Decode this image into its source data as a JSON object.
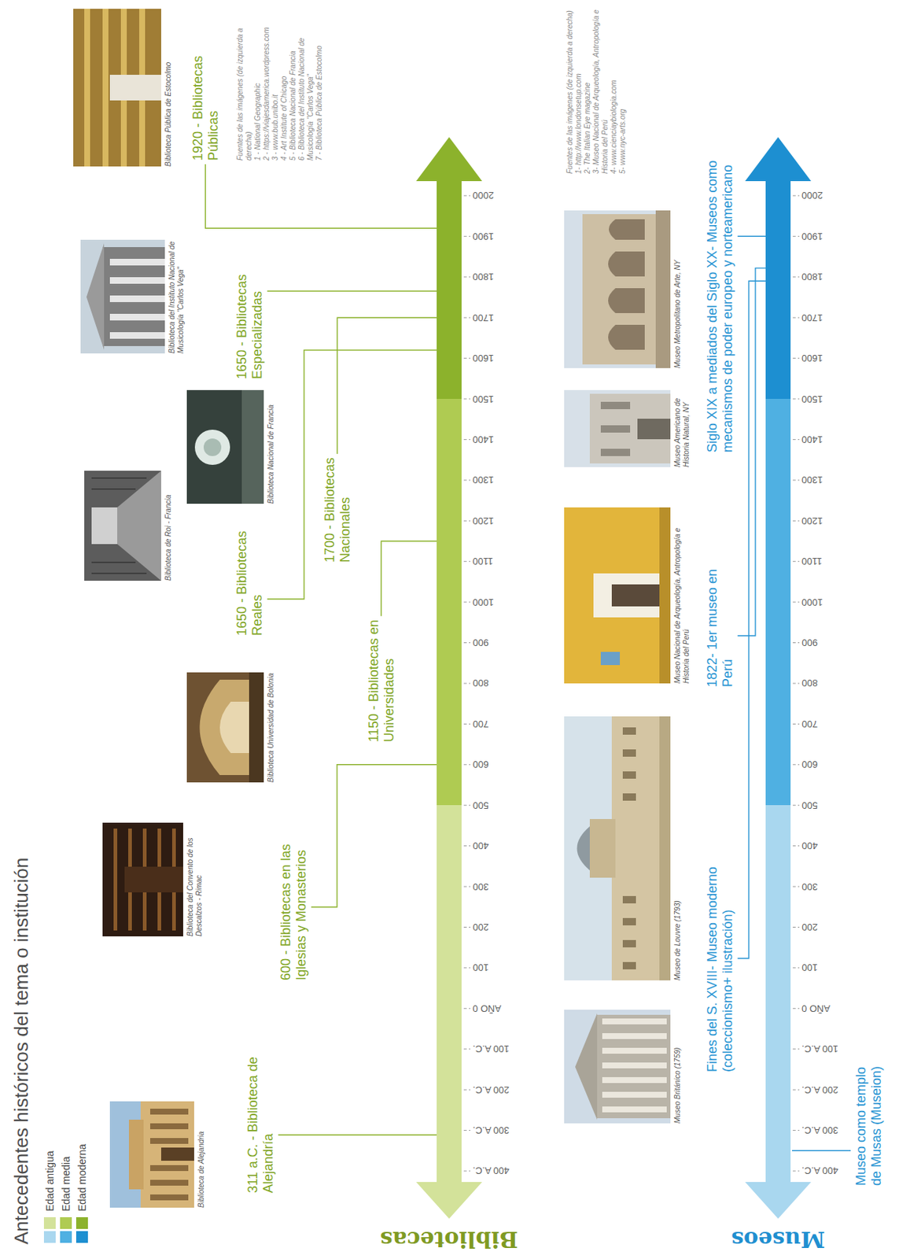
{
  "diagram": {
    "title": "Antecedentes históricos del tema o institución",
    "labels": [
      "Bibliotecas",
      "Biblioteca de Alejandria",
      "Biblioteca del Convento de los Descalzos - Rimac",
      "Biblioteca Universidad de Bolonia",
      "Biblioteca de Roi - Francia",
      "Biblioteca Nacional de Francia",
      "Biblioteca del Instituto Nacional de Musicología \"Carlos Vega\"",
      "Biblioteca Pública de Estocolmo",
      "311 a.C. - Biblioteca de Alejandría",
      "600 - Bibliotecas en las Iglesias y Monasterios",
      "1150 - Bibliotecas en Universidades",
      "1650 - Bibliotecas Reales",
      "1700 - Bibliotecas Nacionales",
      "1650 - Bibliotecas Especializadas",
      "1920 - Bibliotecas Públicas",
      "Fuentes de las imágenes (de izquierda a derecha)",
      "1 - National Geographic",
      "2 - https://viajesdamerica.wordpress.com",
      "3 - www.bub.unibo.it",
      "4 - Art Institute of Chicago",
      "5 - Biblioteca Nacional de Francia",
      "6 - Biblioteca del Instituto Nacional de Musicología \"Carlos Vega\"",
      "7 - Biblioteca Pública de Estocolmo",
      "400 A.C.",
      "300 A.C.",
      "200 A.C.",
      "100 A.C.",
      "AÑO 0",
      "100",
      "200",
      "300",
      "400",
      "500",
      "600",
      "700",
      "800",
      "900",
      "1000",
      "1100",
      "1200",
      "1300",
      "1400",
      "1500",
      "1600",
      "1700",
      "1800",
      "1900",
      "2000",
      "Museos",
      "Museo Británico (1759)",
      "Museo de Louvre (1793)",
      "Museo Nacional de Arqueología, Antropología e Historia del Perú",
      "Museo Americano de Historia Natural, NY",
      "Museo Metropolitano de Arte, NY",
      "Museo como templo de Musas (Museion)",
      "Fines del S. XVIII- Museo moderno (coleccionismo+ ilustración)",
      "1822- 1er museo en Perú",
      "Siglo XIX a mediados del Siglo XX- Museos como mecanismos de poder europeo y norteamericano",
      "Fuentes de las imágenes (de izquierda a derecha)",
      "1- http://www.londonsetup.com",
      "2- The Italian Eye magazine",
      "3- Museo Nacional de Arqueología, Antropología e Historia del Perú",
      "4- www.cienciaybiologia.com",
      "5- www.nyc-arts.org",
      "400 A.C.",
      "300 A.C.",
      "200 A.C.",
      "100 A.C.",
      "AÑO 0",
      "100",
      "200",
      "300",
      "400",
      "500",
      "600",
      "700",
      "800",
      "900",
      "1000",
      "1100",
      "1200",
      "1300",
      "1400",
      "1500",
      "1600",
      "1700",
      "1800",
      "1900",
      "2000"
    ],
    "legend": [
      {
        "text": "Edad antigua",
        "color": "#a9d7ef"
      },
      {
        "text": "Edad media",
        "color": "#4fb0e2"
      },
      {
        "text": "Edad moderna",
        "color": "#1d8fd1"
      }
    ]
  }
}
